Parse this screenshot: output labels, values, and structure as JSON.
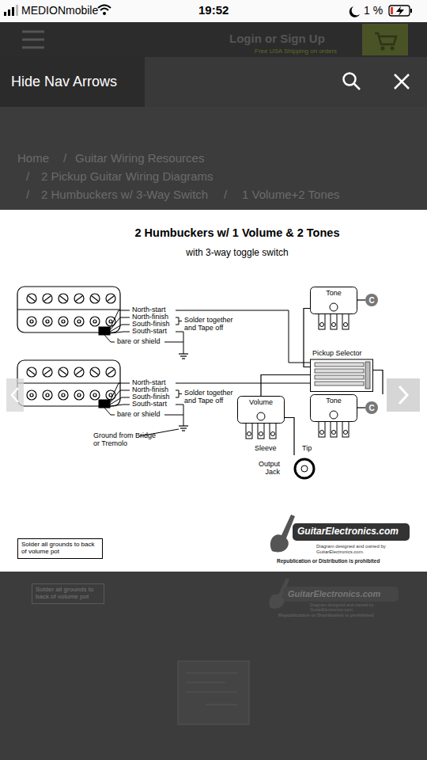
{
  "diagram": {
    "title": "2 Humbuckers w/ 1 Volume & 2 Tones",
    "nodes": [
      {
        "text": [
          "Hide Nav Arrows"
        ]
      },
      {
        "text": [
          "Tone"
        ]
      },
      {
        "text": [
          "C"
        ]
      },
      {
        "text": [
          "Pickup Selector"
        ]
      },
      {
        "text": [
          "Tone"
        ]
      },
      {
        "text": [
          "C"
        ]
      },
      {
        "text": [
          "Volume"
        ]
      },
      {
        "text": [
          "Output Jack"
        ]
      },
      {
        "text": [
          "Solder all grounds to back of volume pot"
        ]
      },
      {
        "text": [
          "Solder all grounds to back of volume pot"
        ]
      }
    ],
    "edges": [
      {
        "from": 3,
        "to": 1,
        "arrow": "none"
      },
      {
        "from": 1,
        "to": 2,
        "arrow": "none"
      },
      {
        "from": 3,
        "to": 4,
        "arrow": "none"
      },
      {
        "from": 4,
        "to": 5,
        "arrow": "none"
      },
      {
        "from": 3,
        "to": 6,
        "arrow": "none"
      },
      {
        "from": 6,
        "to": 7,
        "arrow": "none"
      }
    ],
    "labels": [
      "MEDIONmobile",
      "19:52",
      "1 %",
      "Login or Sign Up",
      "Free USA Shipping on orders",
      "Home",
      "/",
      "Guitar Wiring Resources",
      "/",
      "2 Pickup Guitar Wiring Diagrams",
      "/",
      "2 Humbuckers w/ 3-Way Switch",
      "/",
      "1 Volume+2 Tones",
      "with 3-way toggle switch",
      "North-start",
      "North-finish",
      "South-finish",
      "South-start",
      "Solder together and Tape off",
      "bare or shield",
      "North-start",
      "North-finish",
      "South-finish",
      "South-start",
      "Solder together and Tape off",
      "bare or shield",
      "Ground from Bridge or Tremolo",
      "Sleeve",
      "Tip",
      "GuitarElectronics.com",
      "Diagram designed and owned by GuitarElectronics.com.",
      "Republication or Distribution is prohibited",
      "GuitarElectronics.com",
      "Diagram designed and owned by GuitarElectronics.com.",
      "Republication or Distribution is prohibited"
    ]
  }
}
